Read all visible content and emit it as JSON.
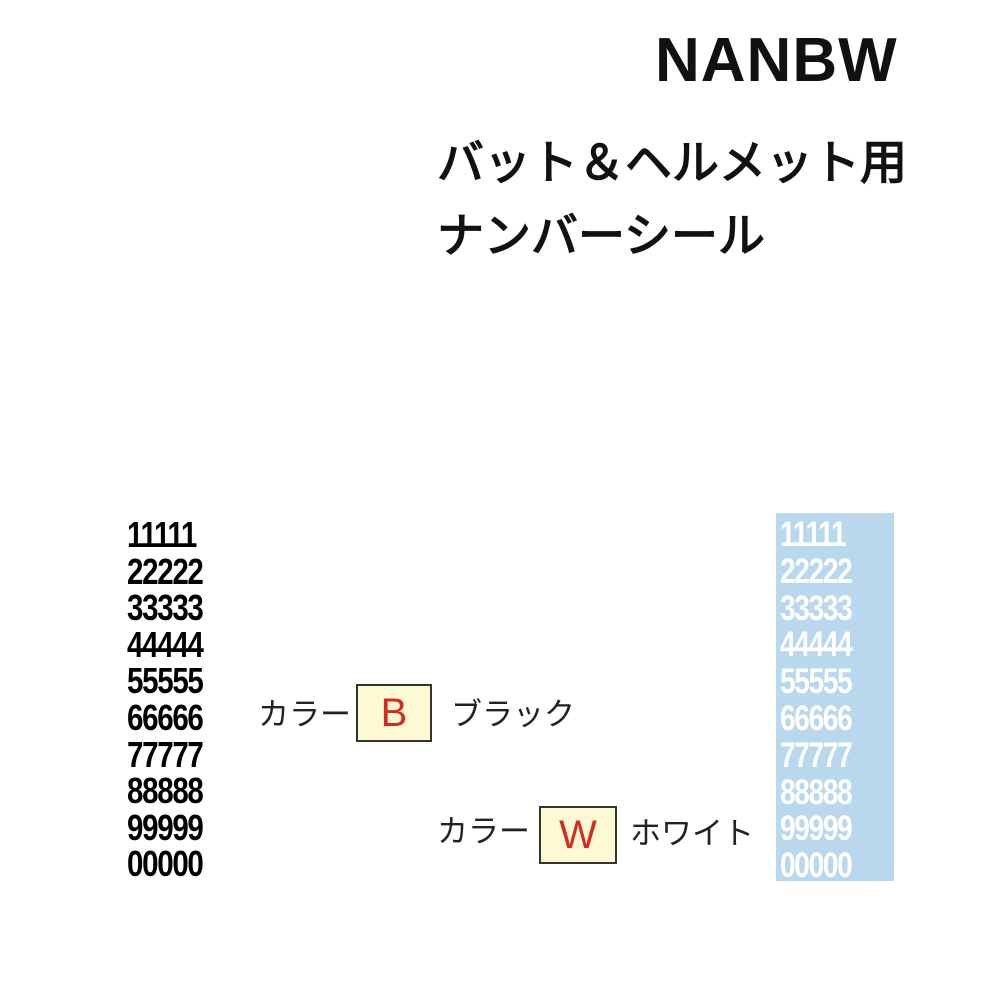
{
  "product": {
    "code": "NANBW",
    "title_line1": "バット＆ヘルメット用",
    "title_line2": "ナンバーシール"
  },
  "sheets": {
    "black_rows": [
      "11111",
      "22222",
      "33333",
      "44444",
      "55555",
      "66666",
      "77777",
      "88888",
      "99999",
      "00000"
    ],
    "white_rows": [
      "11111",
      "22222",
      "33333",
      "44444",
      "55555",
      "66666",
      "77777",
      "88888",
      "99999",
      "00000"
    ]
  },
  "colors": {
    "black": {
      "label": "カラー",
      "code": "B",
      "name": "ブラック"
    },
    "white": {
      "label": "カラー",
      "code": "W",
      "name": "ホワイト"
    },
    "code_box_fill": "#fdfad3",
    "code_letter_color": "#d42b20",
    "white_sheet_background": "#b9d8ee"
  }
}
